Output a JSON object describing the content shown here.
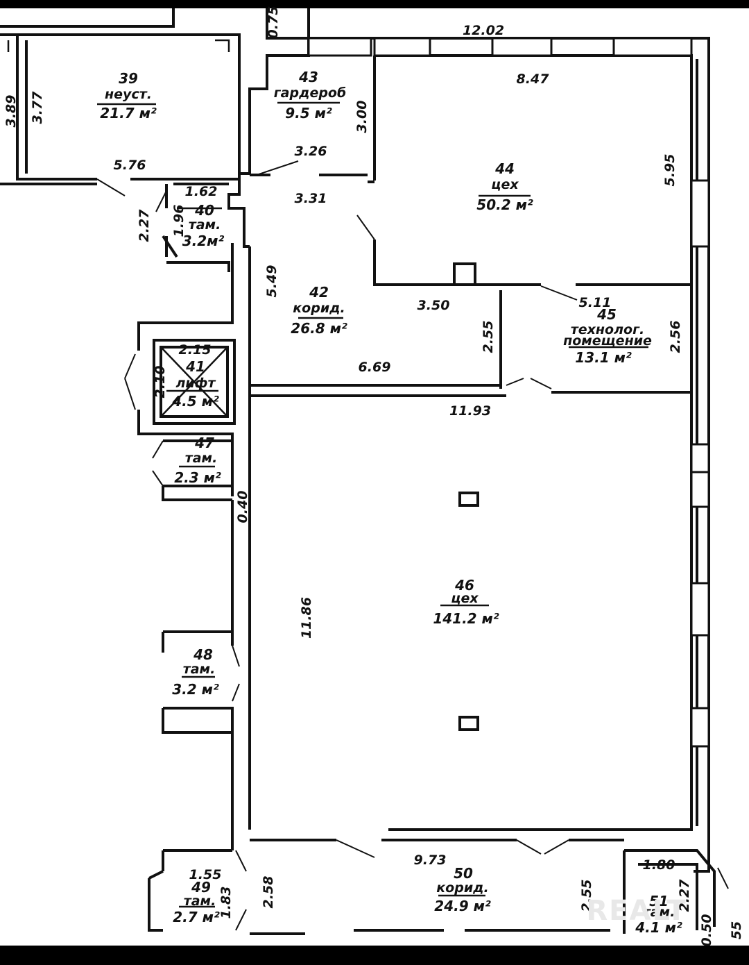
{
  "colors": {
    "background": "#000000",
    "paper": "#ffffff",
    "ink": "#111111"
  },
  "rooms": {
    "r39": {
      "number": "39",
      "name": "неуст.",
      "area": "21.7 м²"
    },
    "r40": {
      "number": "40",
      "name": "там.",
      "area": "3.2м²"
    },
    "r41": {
      "number": "41",
      "name": "лифт",
      "area": "4.5 м²"
    },
    "r42": {
      "number": "42",
      "name": "корид.",
      "area": "26.8 м²"
    },
    "r43": {
      "number": "43",
      "name": "гардероб",
      "area": "9.5 м²"
    },
    "r44": {
      "number": "44",
      "name": "цех",
      "area": "50.2 м²"
    },
    "r45": {
      "number": "45",
      "name": "технолог.",
      "name2": "помещение",
      "area": "13.1 м²"
    },
    "r46": {
      "number": "46",
      "name": "цех",
      "area": "141.2 м²"
    },
    "r47": {
      "number": "47",
      "name": "там.",
      "area": "2.3 м²"
    },
    "r48": {
      "number": "48",
      "name": "там.",
      "area": "3.2 м²"
    },
    "r49": {
      "number": "49",
      "name": "там.",
      "area": "2.7 м²"
    },
    "r50": {
      "number": "50",
      "name": "корид.",
      "area": "24.9 м²"
    },
    "r51": {
      "number": "51",
      "name": "там.",
      "area": "4.1 м²"
    }
  },
  "dimensions": {
    "d0_75": "0.75",
    "d12_02": "12.02",
    "d8_47": "8.47",
    "d3_89": "3.89",
    "d3_77": "3.77",
    "d3_00": "3.00",
    "d3_26": "3.26",
    "d5_76": "5.76",
    "d5_95": "5.95",
    "d1_62": "1.62",
    "d3_31": "3.31",
    "d2_27a": "2.27",
    "d1_96": "1.96",
    "d5_49": "5.49",
    "d3_50": "3.50",
    "d5_11": "5.11",
    "d2_55a": "2.55",
    "d2_56": "2.56",
    "d2_15": "2.15",
    "d6_69": "6.69",
    "d2_10": "2.10",
    "d11_93": "11.93",
    "d0_40": "0.40",
    "d11_86": "11.86",
    "d9_73": "9.73",
    "d1_80": "1.80",
    "d1_55": "1.55",
    "d2_58": "2.58",
    "d2_55b": "2.55",
    "d2_27b": "2.27",
    "d1_83": "1.83",
    "d0_50": "0.50",
    "d55": "55"
  },
  "watermark": "REALT"
}
